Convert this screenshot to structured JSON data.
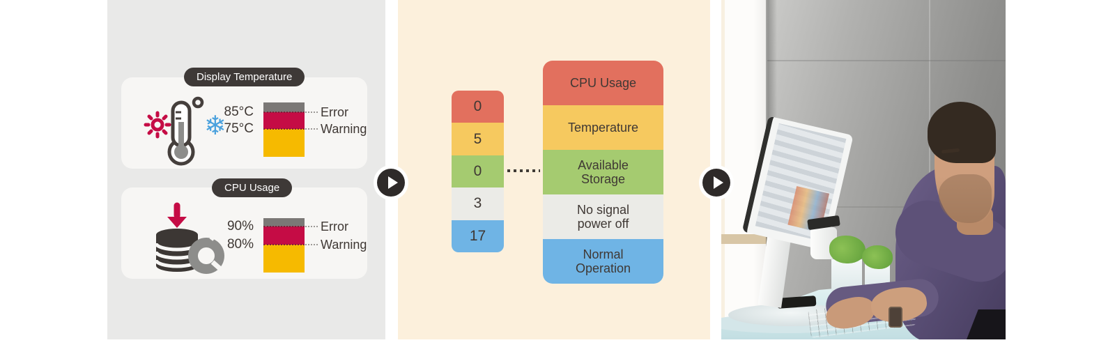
{
  "colors": {
    "crimson": "#c50c45",
    "bar_yellow": "#f6ba00",
    "bar_gray": "#7b7876",
    "status_red": "#e2705e",
    "status_yellow": "#f6c95f",
    "status_green": "#a5cb70",
    "status_gray": "#ebebe7",
    "status_blue": "#6fb4e5",
    "pill_dark": "#3e3937",
    "panel_gray_bg": "#e9e9e8",
    "panel_peach_bg": "#fcf0dc",
    "snowflake_blue": "#4aa1dd"
  },
  "left_panel": {
    "cards": [
      {
        "title": "Display Temperature",
        "icon": "thermometer-sun-snowflake-icon",
        "error_value": "85°C",
        "error_label": "Error",
        "warning_value": "75°C",
        "warning_label": "Warning"
      },
      {
        "title": "CPU Usage",
        "icon": "database-donut-arrow-icon",
        "error_value": "90%",
        "error_label": "Error",
        "warning_value": "80%",
        "warning_label": "Warning"
      }
    ]
  },
  "middle_panel": {
    "counts": [
      "0",
      "5",
      "0",
      "3",
      "17"
    ],
    "legend": [
      "CPU Usage",
      "Temperature",
      "Available\nStorage",
      "No signal\npower off",
      "Normal\nOperation"
    ]
  },
  "photo": {
    "description": "Man in purple shirt working at a computer desk"
  }
}
